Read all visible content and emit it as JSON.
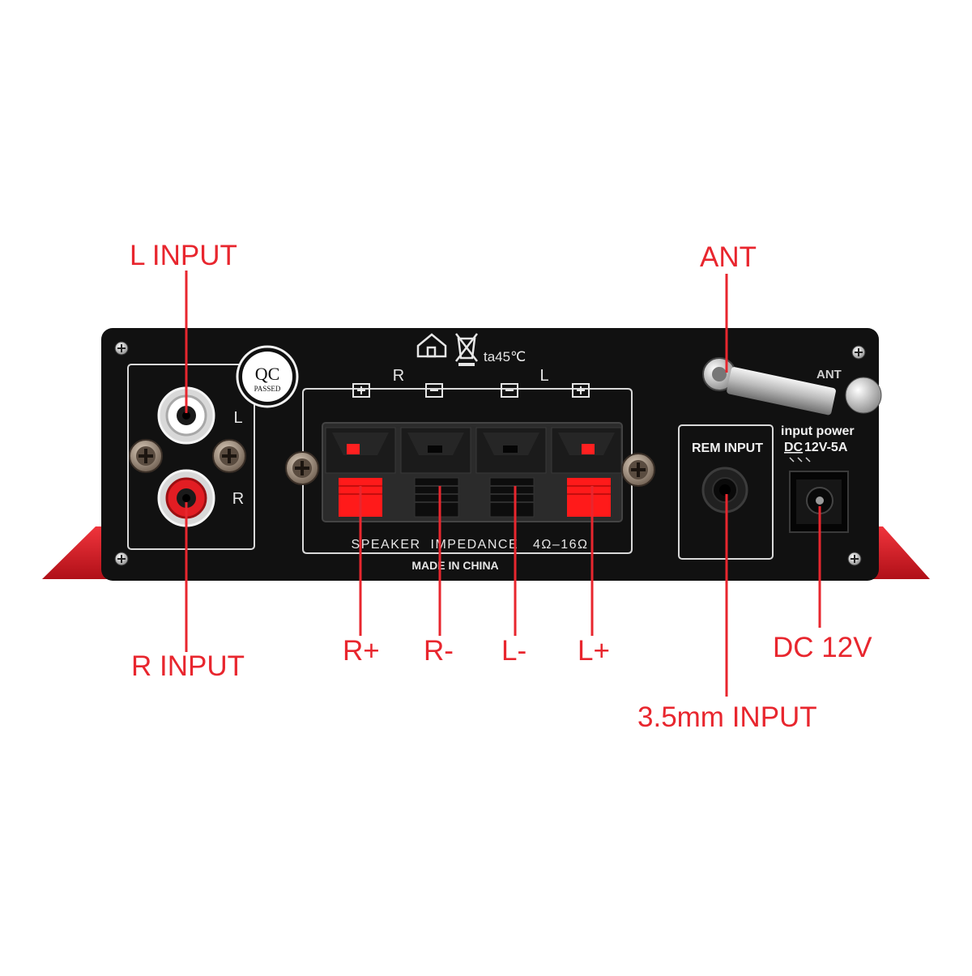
{
  "callouts": {
    "l_input": "L INPUT",
    "r_input": "R INPUT",
    "ant": "ANT",
    "r_plus": "R+",
    "r_minus": "R-",
    "l_minus": "L-",
    "l_plus": "L+",
    "dc_12v": "DC 12V",
    "mm_input": "3.5mm INPUT"
  },
  "panel": {
    "qc_top": "QC",
    "qc_bottom": "PASSED",
    "rca_left": "L",
    "rca_right": "R",
    "channel_r": "R",
    "channel_l": "L",
    "temp": "ta45℃",
    "impedance": "SPEAKER  IMPEDANCE   4Ω–16Ω",
    "made_in": "MADE IN CHINA",
    "rem_input": "REM INPUT",
    "power_line1": "input power",
    "power_dc": "DC",
    "power_rating": "12V-5A",
    "ant_print": "ANT"
  },
  "colors": {
    "callout_red": "#e8262e",
    "panel_black": "#111111",
    "chassis_red": "#d8202a",
    "terminal_red": "#ff1a1a"
  }
}
